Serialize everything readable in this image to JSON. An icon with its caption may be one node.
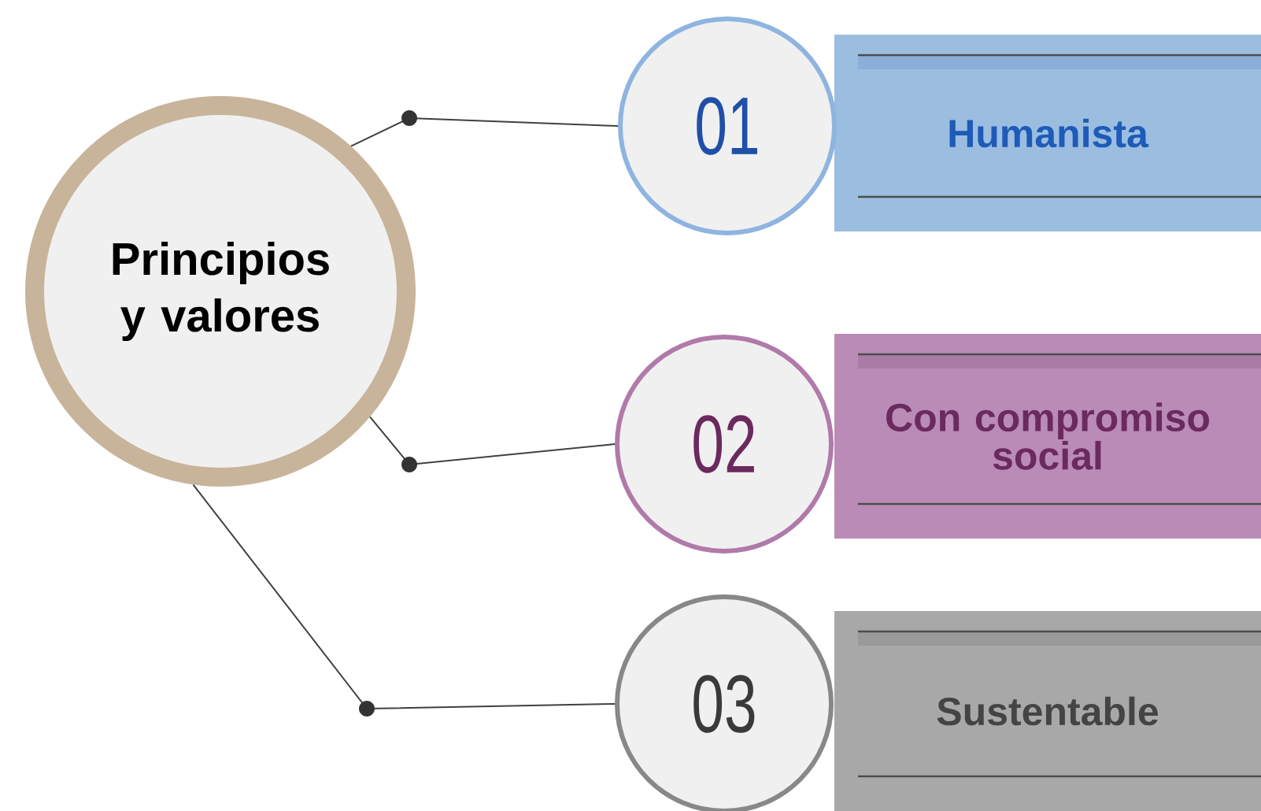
{
  "diagram": {
    "nodes": [
      {
        "text": [
          "Principios y valores"
        ]
      },
      {
        "text": [
          "01"
        ]
      },
      {
        "text": [
          "Humanista"
        ]
      },
      {
        "text": [
          "02"
        ]
      },
      {
        "text": [
          "Con compromiso social"
        ]
      },
      {
        "text": [
          "03"
        ]
      },
      {
        "text": [
          "Sustentable"
        ]
      }
    ],
    "edges": [
      {
        "from": 0,
        "to": 1,
        "arrow": "none"
      },
      {
        "from": 0,
        "to": 3,
        "arrow": "none"
      },
      {
        "from": 0,
        "to": 5,
        "arrow": "none"
      }
    ]
  }
}
